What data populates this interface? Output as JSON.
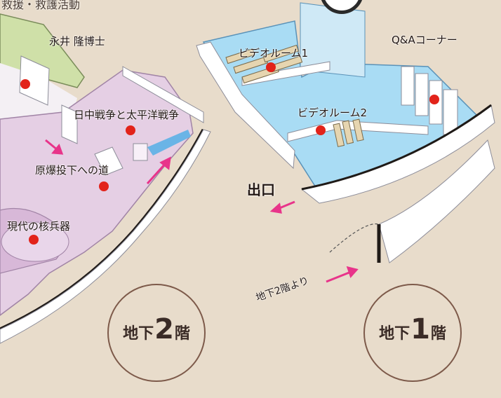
{
  "colors": {
    "background": "#e8dccb",
    "floor_b1": "#a9dcf4",
    "floor_b2": "#e7d1e6",
    "marker": "#e2231a",
    "arrow": "#e8348a",
    "outline": "#1f1a17"
  },
  "header": {
    "cutoff_text": "救援・救護活動"
  },
  "floor_b2": {
    "badge": {
      "prefix": "地下",
      "number": "2",
      "suffix": "階"
    },
    "labels": {
      "nagai": "永井 隆博士",
      "war": "日中戦争と太平洋戦争",
      "road": "原爆投下への道",
      "nuclear": "現代の核兵器"
    }
  },
  "floor_b1": {
    "badge": {
      "prefix": "地下",
      "number": "1",
      "suffix": "階"
    },
    "labels": {
      "video1": "ビデオルーム1",
      "video2": "ビデオルーム2",
      "qa": "Q&Aコーナー",
      "exit": "出口",
      "from_b2": "地下2階より"
    }
  }
}
